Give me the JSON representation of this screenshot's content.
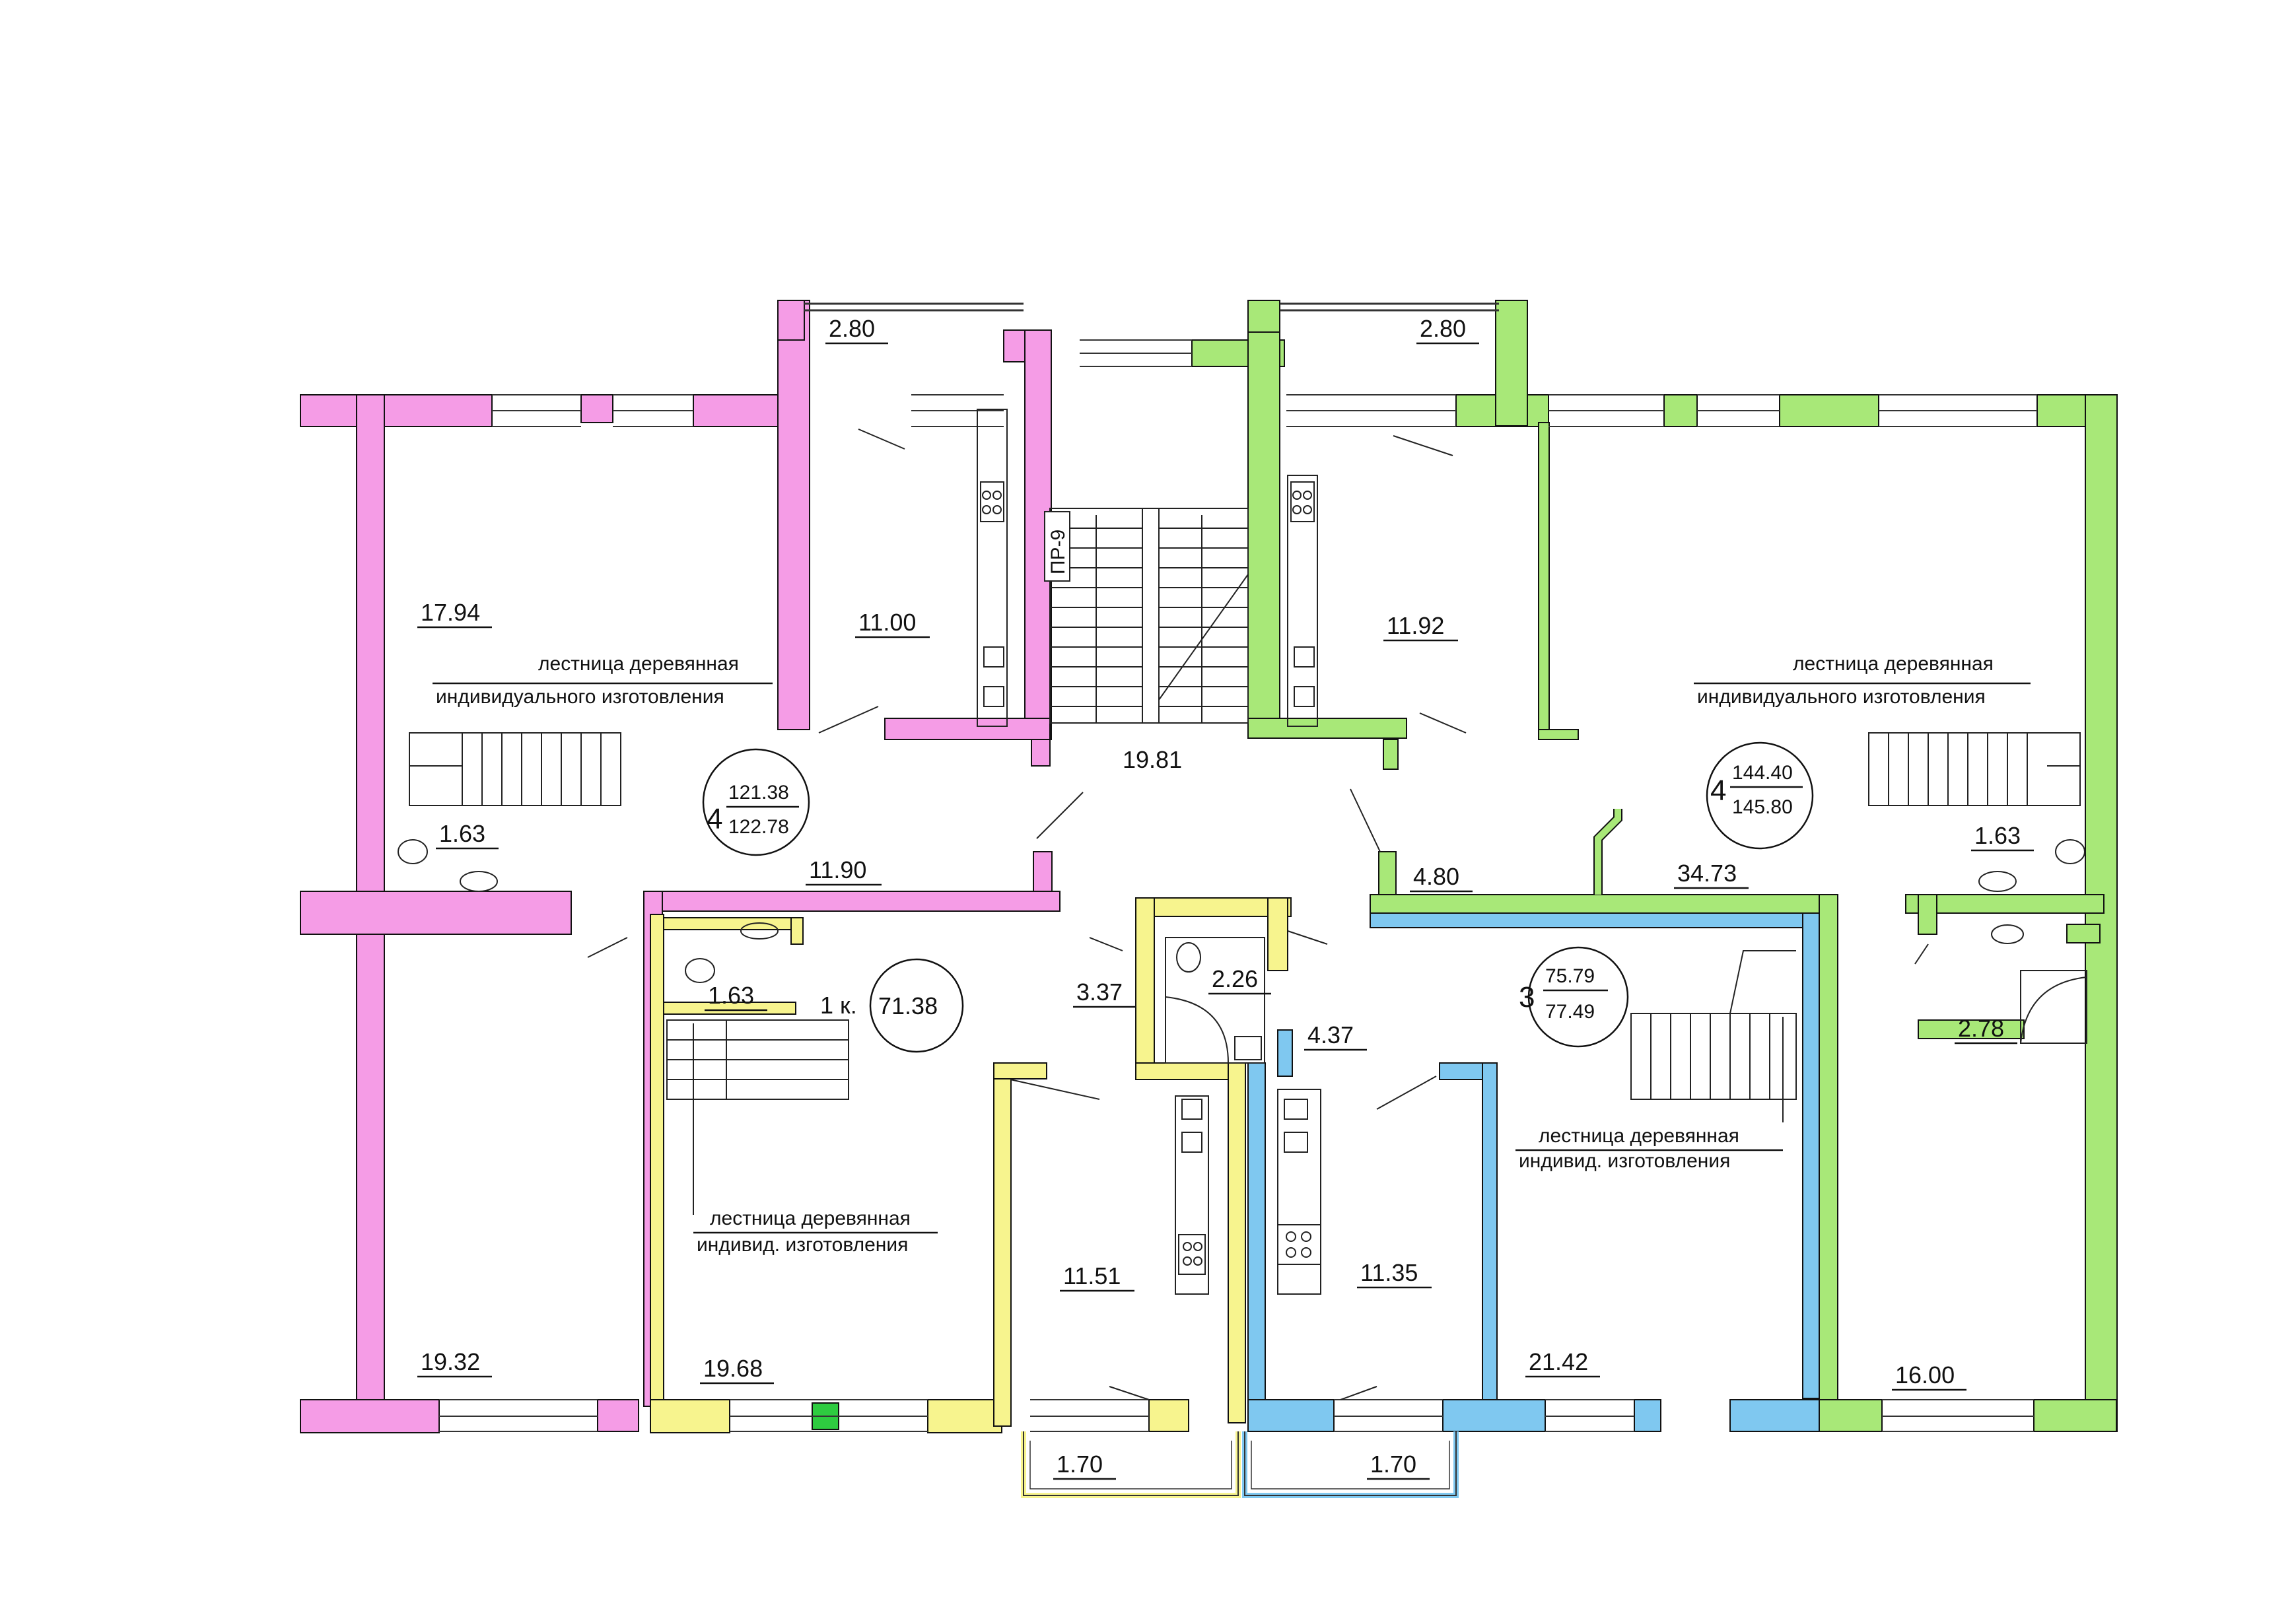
{
  "colors": {
    "apt_left": "#f59ce6",
    "apt_right": "#a8e878",
    "apt_one_room": "#f7f48e",
    "apt_three": "#7fc8f0",
    "accent_green": "#2ecc40"
  },
  "balconies": {
    "top_left": "2.80",
    "top_right": "2.80",
    "bottom_left": "1.70",
    "bottom_right": "1.70"
  },
  "stair_core": {
    "area": "19.81",
    "code": "ПР-9"
  },
  "rooms": {
    "r_17_94": "17.94",
    "r_11_00": "11.00",
    "r_11_92": "11.92",
    "r_1_63_a": "1.63",
    "r_11_90": "11.90",
    "r_1_63_b": "1.63",
    "r_19_32": "19.32",
    "r_19_68": "19.68",
    "r_3_37": "3.37",
    "r_2_26": "2.26",
    "r_4_37": "4.37",
    "r_11_51": "11.51",
    "r_11_35": "11.35",
    "r_4_80": "4.80",
    "r_34_73": "34.73",
    "r_1_63_c": "1.63",
    "r_2_78": "2.78",
    "r_21_42": "21.42",
    "r_16_00": "16.00"
  },
  "apartments": {
    "left": {
      "rooms": "4",
      "area_top": "121.38",
      "area_bottom": "122.78"
    },
    "right": {
      "rooms": "4",
      "area_top": "144.40",
      "area_bottom": "145.80"
    },
    "one_room": {
      "rooms": "1 к.",
      "area": "71.38"
    },
    "three_room": {
      "rooms": "3",
      "area_top": "75.79",
      "area_bottom": "77.49"
    }
  },
  "notes": {
    "stair_left_l1": "лестница деревянная",
    "stair_left_l2": "индивидуального изготовления",
    "stair_right_l1": "лестница деревянная",
    "stair_right_l2": "индивидуального изготовления",
    "stair_yellow_l1": "лестница деревянная",
    "stair_yellow_l2": "индивид. изготовления",
    "stair_blue_l1": "лестница деревянная",
    "stair_blue_l2": "индивид. изготовления"
  }
}
